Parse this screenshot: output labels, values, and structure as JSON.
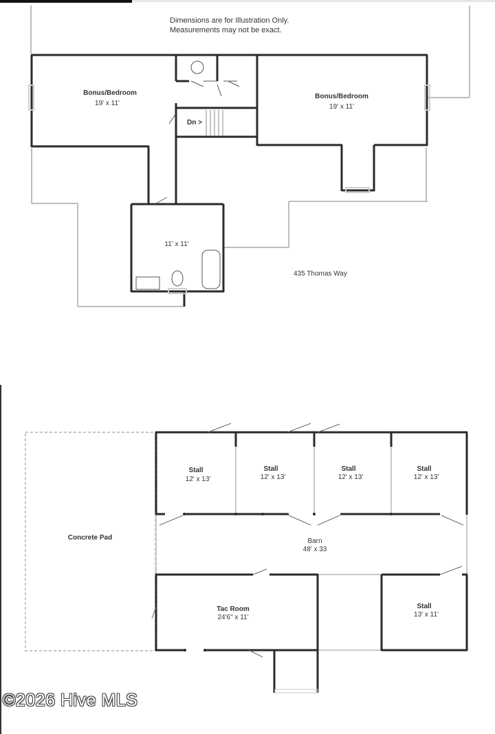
{
  "notes": {
    "line1": "Dimensions are for Illustration Only.",
    "line2": "Measurements may not be exact."
  },
  "upper_floor": {
    "address": "435 Thomas Way",
    "rooms": {
      "bonus_left": {
        "name": "Bonus/Bedroom",
        "dims": "19' x 11'"
      },
      "bonus_right": {
        "name": "Bonus/Bedroom",
        "dims": "19' x 11'"
      },
      "stairs": {
        "label": "Dn >"
      },
      "bath": {
        "dims": "11' x 11'"
      }
    }
  },
  "barn_floor": {
    "concrete_pad": "Concrete Pad",
    "barn": {
      "name": "Barn",
      "dims": "48' x 33"
    },
    "stalls": [
      {
        "name": "Stall",
        "dims": "12' x 13'"
      },
      {
        "name": "Stall",
        "dims": "12' x 13'"
      },
      {
        "name": "Stall",
        "dims": "12' x 13'"
      },
      {
        "name": "Stall",
        "dims": "12' x 13'"
      }
    ],
    "stall_lower": {
      "name": "Stall",
      "dims": "13' x 11'"
    },
    "tac_room": {
      "name": "Tac Room",
      "dims": "24'6\" x 11'"
    }
  },
  "watermark": "©2026 Hive MLS"
}
